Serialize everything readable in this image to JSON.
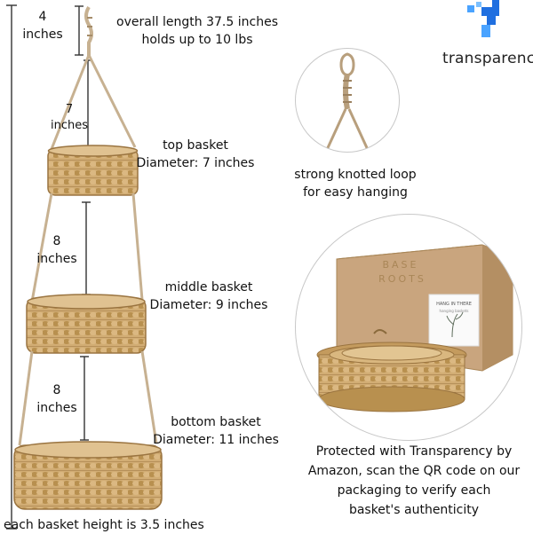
{
  "labels": {
    "top_seg_value": "4",
    "top_seg_unit": "inches",
    "overall_line1": "overall length 37.5 inches",
    "overall_line2": "holds up to 10 lbs",
    "seg1_value": "7",
    "seg1_unit": "inches",
    "seg2_value": "8",
    "seg2_unit": "inches",
    "seg3_value": "8",
    "seg3_unit": "inches",
    "top_basket_name": "top basket",
    "top_basket_diam": "Diameter: 7 inches",
    "middle_basket_name": "middle basket",
    "middle_basket_diam": "Diameter: 9 inches",
    "bottom_basket_name": "bottom basket",
    "bottom_basket_diam": "Diameter: 11 inches",
    "height_note": "each basket height is 3.5 inches",
    "loop_line1": "strong knotted loop",
    "loop_line2": "for easy hanging",
    "protect_line1": "Protected with Transparency by",
    "protect_line2": "Amazon, scan the QR code on our",
    "protect_line3": "packaging to verify each",
    "protect_line4": "basket's authenticity",
    "box_print_1": "BASE",
    "box_print_2": "ROOTS",
    "card_print_1": "HANG IN THERE",
    "card_print_2": "hanging baskets"
  },
  "brand": {
    "name": "transparency",
    "logo_color": "#1f6fe0",
    "logo_color_light": "#4aa3ff"
  },
  "colors": {
    "weave": "#c9a36a",
    "weave_dark": "#9a7440",
    "rope": "#c7b191",
    "box": "#c9a57e",
    "circle_stroke": "#c8c8c8"
  },
  "icons": {
    "logo": "transparency-logo-icon"
  }
}
